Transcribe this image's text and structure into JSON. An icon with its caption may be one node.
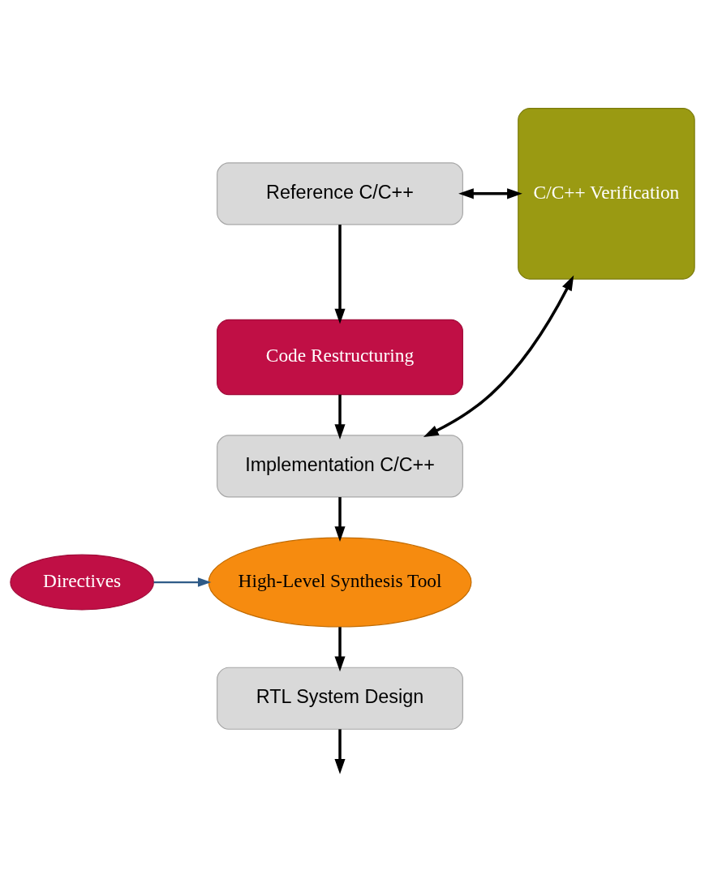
{
  "diagram": {
    "nodes": [
      {
        "text": [
          "Reference C/C++"
        ]
      },
      {
        "text": [
          "Code Restructuring"
        ]
      },
      {
        "text": [
          "Implementation C/C++"
        ]
      },
      {
        "text": [
          "C/C++ Verification"
        ]
      },
      {
        "text": [
          "High-Level Synthesis Tool"
        ]
      },
      {
        "text": [
          "Directives"
        ]
      },
      {
        "text": [
          "RTL System Design"
        ]
      }
    ],
    "edges": [
      {
        "from": 0,
        "to": 1,
        "arrow": "to"
      },
      {
        "from": 0,
        "to": 3,
        "arrow": "both"
      },
      {
        "from": 1,
        "to": 2,
        "arrow": "to"
      },
      {
        "from": 2,
        "to": 3,
        "arrow": "both"
      },
      {
        "from": 2,
        "to": 4,
        "arrow": "to"
      },
      {
        "from": 5,
        "to": 4,
        "arrow": "to",
        "color": "#2e5a87"
      },
      {
        "from": 4,
        "to": 6,
        "arrow": "to"
      },
      {
        "from": 6,
        "to": null,
        "arrow": "to"
      }
    ]
  }
}
